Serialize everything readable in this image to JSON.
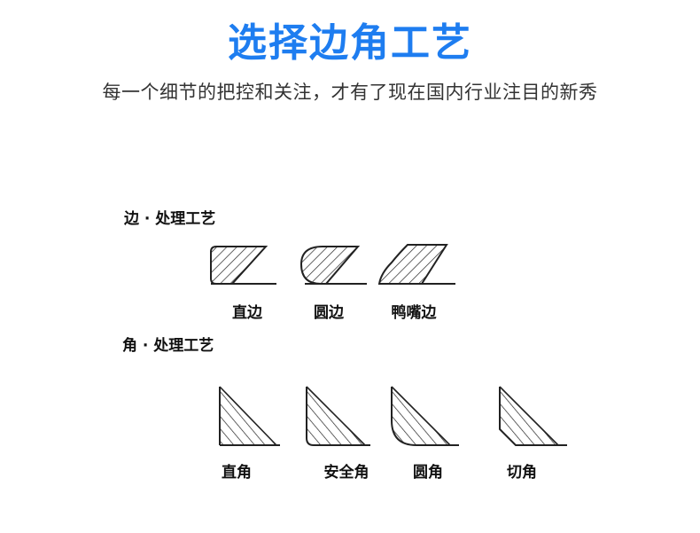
{
  "header": {
    "title": "选择边角工艺",
    "subtitle": "每一个细节的把控和关注，才有了现在国内行业注目的新秀"
  },
  "edge_section": {
    "title": "边 · 处理工艺",
    "items": [
      {
        "label": "直边"
      },
      {
        "label": "圆边"
      },
      {
        "label": "鸭嘴边"
      }
    ]
  },
  "corner_section": {
    "title": "角 · 处理工艺",
    "items": [
      {
        "label": "直角"
      },
      {
        "label": "安全角"
      },
      {
        "label": "圆角"
      },
      {
        "label": "切角"
      }
    ]
  }
}
